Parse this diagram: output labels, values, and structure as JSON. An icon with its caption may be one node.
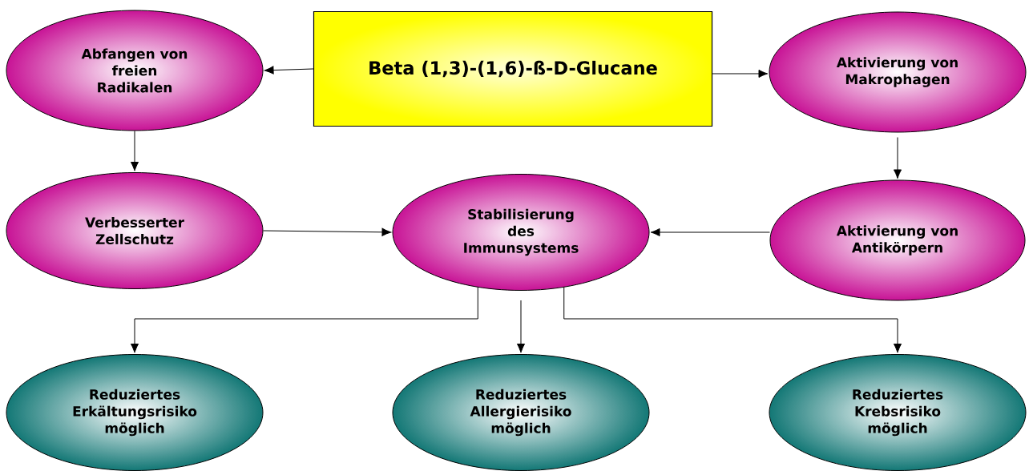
{
  "diagram": {
    "nodes": [
      {
        "text": [
          "Beta (1,3)-(1,6)-ß-D-Glucane"
        ]
      },
      {
        "text": [
          "Abfangen von freien Radikalen"
        ]
      },
      {
        "text": [
          "Aktivierung von Makrophagen"
        ]
      },
      {
        "text": [
          "Verbesserter Zellschutz"
        ]
      },
      {
        "text": [
          "Stabilisierung des Immunsystems"
        ]
      },
      {
        "text": [
          "Aktivierung von Antikörpern"
        ]
      },
      {
        "text": [
          "Reduziertes Erkältungsrisiko möglich"
        ]
      },
      {
        "text": [
          "Reduziertes Allergierisiko möglich"
        ]
      },
      {
        "text": [
          "Reduziertes Krebsrisiko möglich"
        ]
      }
    ],
    "edges": [
      {
        "from": 0,
        "to": 1,
        "arrow": "to"
      },
      {
        "from": 0,
        "to": 2,
        "arrow": "to"
      },
      {
        "from": 1,
        "to": 3,
        "arrow": "to"
      },
      {
        "from": 2,
        "to": 5,
        "arrow": "to"
      },
      {
        "from": 3,
        "to": 4,
        "arrow": "to"
      },
      {
        "from": 5,
        "to": 4,
        "arrow": "to"
      },
      {
        "from": 4,
        "to": 6,
        "arrow": "to"
      },
      {
        "from": 4,
        "to": 7,
        "arrow": "to"
      },
      {
        "from": 4,
        "to": 8,
        "arrow": "to"
      }
    ]
  }
}
